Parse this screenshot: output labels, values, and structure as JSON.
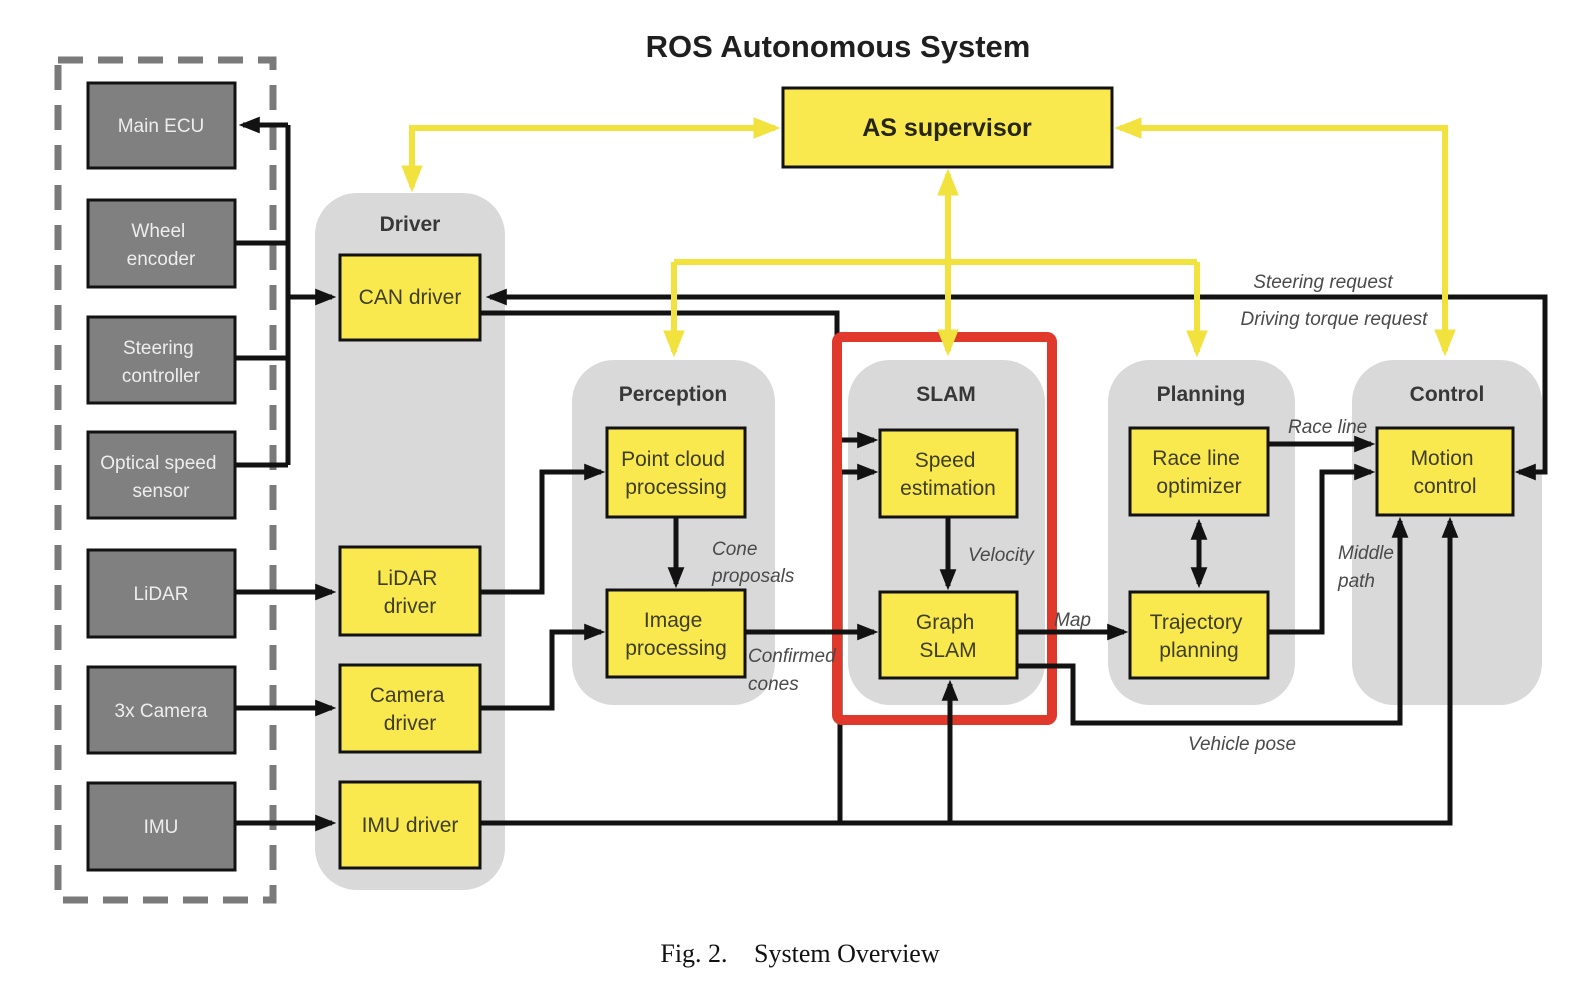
{
  "title": "ROS Autonomous System",
  "caption": {
    "label": "Fig. 2.",
    "text": "System Overview"
  },
  "colors": {
    "node_yellow": "#F9E84E",
    "arrow_yellow": "#F2E23E",
    "group_gray": "#D9D9D9",
    "sensor_gray": "#808080",
    "highlight_red": "#E0392B",
    "line_black": "#121212"
  },
  "groups": {
    "driver": "Driver",
    "perception": "Perception",
    "slam": "SLAM",
    "planning": "Planning",
    "control": "Control"
  },
  "nodes": {
    "as_supervisor": {
      "lines": [
        "AS supervisor"
      ]
    },
    "main_ecu": {
      "lines": [
        "Main ECU"
      ]
    },
    "wheel_encoder": {
      "lines": [
        "Wheel",
        "encoder"
      ]
    },
    "steering_controller": {
      "lines": [
        "Steering",
        "controller"
      ]
    },
    "optical_speed_sensor": {
      "lines": [
        "Optical speed",
        "sensor"
      ]
    },
    "lidar": {
      "lines": [
        "LiDAR"
      ]
    },
    "camera_3x": {
      "lines": [
        "3x Camera"
      ]
    },
    "imu": {
      "lines": [
        "IMU"
      ]
    },
    "can_driver": {
      "lines": [
        "CAN driver"
      ]
    },
    "lidar_driver": {
      "lines": [
        "LiDAR",
        "driver"
      ]
    },
    "camera_driver": {
      "lines": [
        "Camera",
        "driver"
      ]
    },
    "imu_driver": {
      "lines": [
        "IMU driver"
      ]
    },
    "point_cloud_processing": {
      "lines": [
        "Point cloud",
        "processing"
      ]
    },
    "image_processing": {
      "lines": [
        "Image",
        "processing"
      ]
    },
    "speed_estimation": {
      "lines": [
        "Speed",
        "estimation"
      ]
    },
    "graph_slam": {
      "lines": [
        "Graph",
        "SLAM"
      ]
    },
    "race_line_optimizer": {
      "lines": [
        "Race line",
        "optimizer"
      ]
    },
    "trajectory_planning": {
      "lines": [
        "Trajectory",
        "planning"
      ]
    },
    "motion_control": {
      "lines": [
        "Motion",
        "control"
      ]
    }
  },
  "edge_labels": {
    "steering_request": "Steering request",
    "driving_torque_request": "Driving torque request",
    "cone_proposals": {
      "lines": [
        "Cone",
        "proposals"
      ]
    },
    "confirmed_cones": {
      "lines": [
        "Confirmed",
        "cones"
      ]
    },
    "velocity": "Velocity",
    "map": "Map",
    "race_line": "Race line",
    "middle_path": {
      "lines": [
        "Middle",
        "path"
      ]
    },
    "vehicle_pose": "Vehicle pose"
  },
  "edges": [
    {
      "from": "wheel_encoder",
      "to": "can_driver"
    },
    {
      "from": "steering_controller",
      "to": "can_driver"
    },
    {
      "from": "optical_speed_sensor",
      "to": "can_driver"
    },
    {
      "from": "sensor_junction",
      "to": "main_ecu"
    },
    {
      "from": "lidar",
      "to": "lidar_driver"
    },
    {
      "from": "camera_3x",
      "to": "camera_driver"
    },
    {
      "from": "imu",
      "to": "imu_driver"
    },
    {
      "from": "lidar_driver",
      "to": "point_cloud_processing"
    },
    {
      "from": "camera_driver",
      "to": "image_processing"
    },
    {
      "from": "can_driver",
      "to": "speed_estimation"
    },
    {
      "from": "imu_driver",
      "to": "speed_estimation"
    },
    {
      "from": "imu_driver",
      "to": "graph_slam"
    },
    {
      "from": "imu_driver",
      "to": "motion_control"
    },
    {
      "from": "point_cloud_processing",
      "to": "image_processing",
      "label": "Cone proposals"
    },
    {
      "from": "image_processing",
      "to": "graph_slam",
      "label": "Confirmed cones"
    },
    {
      "from": "speed_estimation",
      "to": "graph_slam",
      "label": "Velocity"
    },
    {
      "from": "graph_slam",
      "to": "trajectory_planning",
      "label": "Map"
    },
    {
      "from": "graph_slam",
      "to": "motion_control",
      "label": "Vehicle pose"
    },
    {
      "from": "race_line_optimizer",
      "to": "trajectory_planning",
      "bidirectional": true
    },
    {
      "from": "race_line_optimizer",
      "to": "motion_control",
      "label": "Race line"
    },
    {
      "from": "trajectory_planning",
      "to": "motion_control",
      "label": "Middle path"
    },
    {
      "from": "motion_control",
      "to": "can_driver",
      "label": "Steering request / Driving torque request",
      "bidirectional": true
    },
    {
      "from": "as_supervisor",
      "to": "driver_group",
      "bidirectional": true
    },
    {
      "from": "as_supervisor",
      "to": "perception_group"
    },
    {
      "from": "as_supervisor",
      "to": "slam_group",
      "bidirectional": true
    },
    {
      "from": "as_supervisor",
      "to": "planning_group"
    },
    {
      "from": "as_supervisor",
      "to": "control_group",
      "bidirectional": true
    }
  ]
}
